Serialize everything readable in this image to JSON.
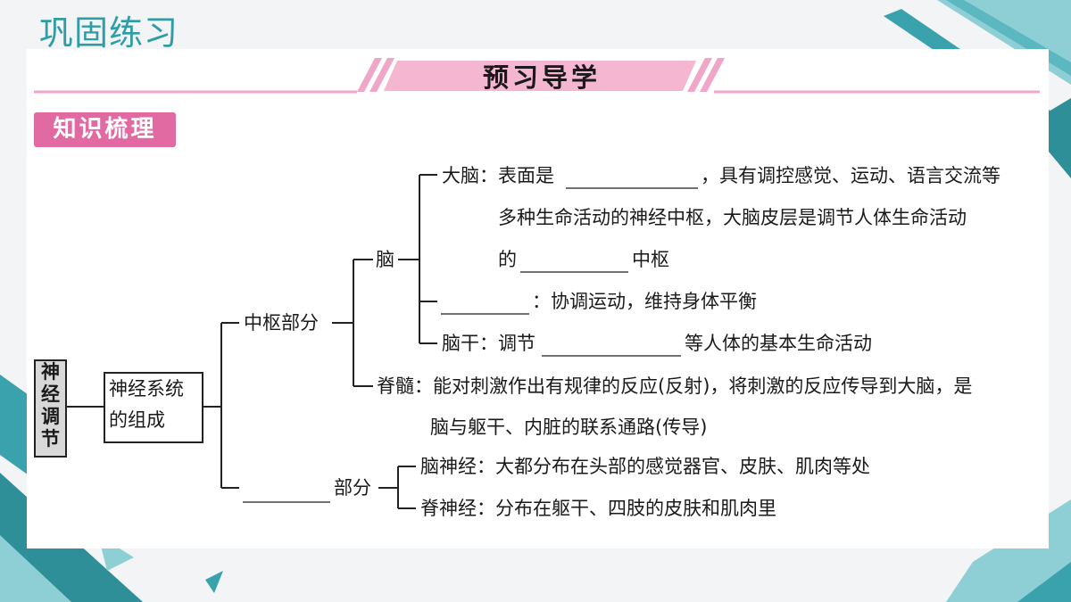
{
  "slide": {
    "title": "巩固练习"
  },
  "banner": {
    "label": "预习导学"
  },
  "section": {
    "tag": "知识梳理"
  },
  "mindmap": {
    "root": "神经调节",
    "composition": "神经系统的组成",
    "central": {
      "label": "中枢部分"
    },
    "brain": {
      "label": "脑"
    },
    "cerebrum": {
      "prefix": "大脑：表面是",
      "suffix": "，具有调控感觉、运动、语言交流等",
      "line2": "多种生命活动的神经中枢，大脑皮层是调节人体生命活动",
      "line3_prefix": "的",
      "line3_suffix": "中枢"
    },
    "cerebellum": {
      "suffix": "：协调运动，维持身体平衡"
    },
    "brainstem": {
      "prefix": "脑干：调节",
      "suffix": "等人体的基本生命活动"
    },
    "spinal_cord": {
      "line1": "脊髓：能对刺激作出有规律的反应(反射)，将刺激的反应传导到大脑，是",
      "line2": "脑与躯干、内脏的联系通路(传导)"
    },
    "peripheral": {
      "suffix": "部分"
    },
    "cranial_nerves": "脑神经：大都分布在头部的感觉器官、皮肤、肌肉等处",
    "spinal_nerves": "脊神经：分布在躯干、四肢的皮肤和肌肉里"
  },
  "colors": {
    "accent_teal": "#2f9ca6",
    "banner_pink": "#f5b6d2",
    "tag_pink": "#e26aa2"
  }
}
